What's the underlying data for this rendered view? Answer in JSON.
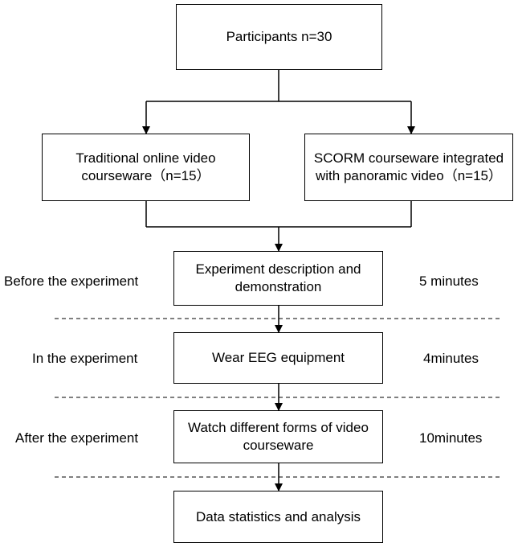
{
  "nodes": {
    "participants": "Participants n=30",
    "group_a": "Traditional online video courseware（n=15）",
    "group_b": "SCORM courseware integrated with panoramic video（n=15）",
    "description": "Experiment description and demonstration",
    "eeg": "Wear EEG equipment",
    "watch": "Watch different forms of video courseware",
    "analysis": "Data statistics and analysis"
  },
  "stages": {
    "before": "Before the experiment",
    "during": "In the experiment",
    "after": "After the experiment"
  },
  "durations": {
    "before": "5 minutes",
    "during": "4minutes",
    "after": "10minutes"
  }
}
